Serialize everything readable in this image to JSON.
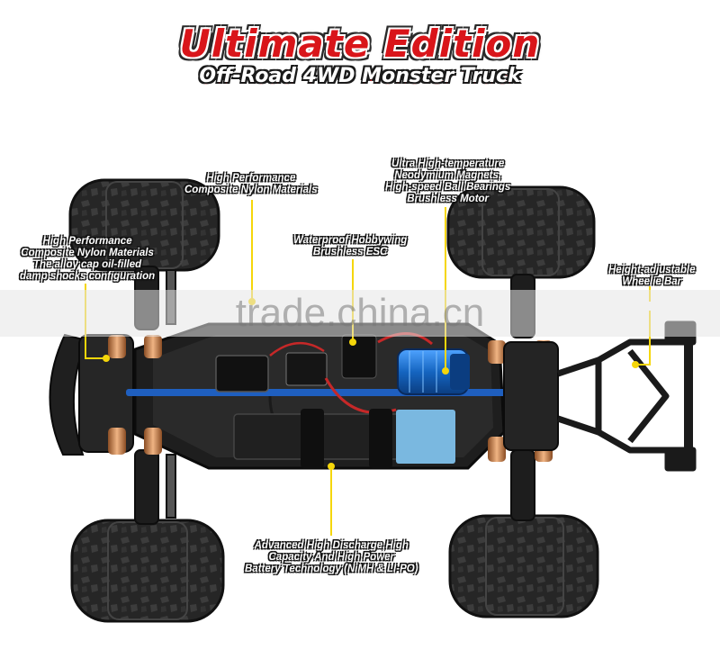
{
  "header": {
    "title": "Ultimate Edition",
    "subtitle": "Off-Road 4WD Monster Truck"
  },
  "callouts": {
    "body_material": [
      "High Performance",
      "Composite Nylon Materials"
    ],
    "front_shocks": [
      "High Performance",
      "Composite Nylon Materials",
      "The alloy cap oil-filled",
      "damp shocks configuration"
    ],
    "esc": [
      "Waterproof Hobbywing",
      "Brushless ESC"
    ],
    "motor": [
      "Ultra High-temperature",
      "Neodymium Magnets,",
      "High-speed Ball Bearings",
      "Brushless Motor"
    ],
    "wheelie_bar": [
      "Height-adjustable",
      "Wheelie Bar"
    ],
    "battery": [
      "Advanced High Discharge,High",
      "Capacity And High Power",
      "Battery Technology (NiMH & LI-PO)"
    ]
  },
  "watermark": "trade.china.cn",
  "colors": {
    "title_red": "#d9151a",
    "callout_line": "#f5d60a",
    "chassis": "#1e1e1e",
    "motor_blue": "#1565c0",
    "shock_copper": "#c8804a"
  }
}
